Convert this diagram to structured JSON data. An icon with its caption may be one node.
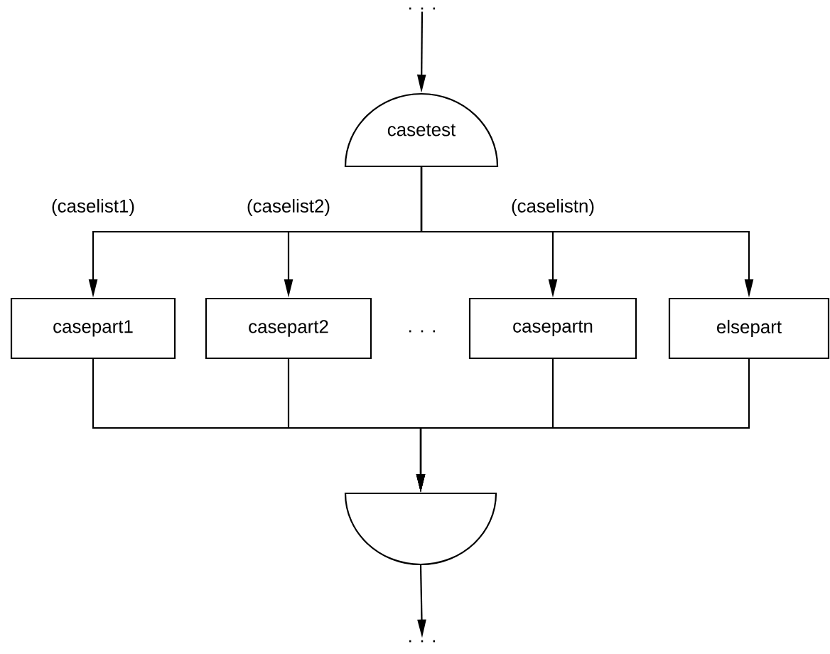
{
  "diagram": {
    "nodes": [
      {
        "text": [
          ". . ."
        ]
      },
      {
        "text": [
          "casetest"
        ]
      },
      {
        "text": [
          "casepart1"
        ]
      },
      {
        "text": [
          "casepart2"
        ]
      },
      {
        "text": [
          "casepartn"
        ]
      },
      {
        "text": [
          "elsepart"
        ]
      },
      {
        "text": [],
        "shape": "semicircle"
      },
      {
        "text": [
          ". . ."
        ]
      }
    ],
    "edges": [
      {
        "from": 0,
        "to": 1,
        "arrow": "to"
      },
      {
        "from": 1,
        "to": 2,
        "arrow": "to",
        "label": "(caselist1)"
      },
      {
        "from": 1,
        "to": 3,
        "arrow": "to",
        "label": "(caselist2)"
      },
      {
        "from": 1,
        "to": 4,
        "arrow": "to",
        "label": "(caselistn)"
      },
      {
        "from": 1,
        "to": 5,
        "arrow": "to"
      },
      {
        "from": 2,
        "to": 6,
        "arrow": "to"
      },
      {
        "from": 3,
        "to": 6,
        "arrow": "to"
      },
      {
        "from": 4,
        "to": 6,
        "arrow": "to"
      },
      {
        "from": 5,
        "to": 6,
        "arrow": "to"
      },
      {
        "from": 6,
        "to": 7,
        "arrow": "to"
      }
    ],
    "labels": [
      ". . ."
    ]
  }
}
